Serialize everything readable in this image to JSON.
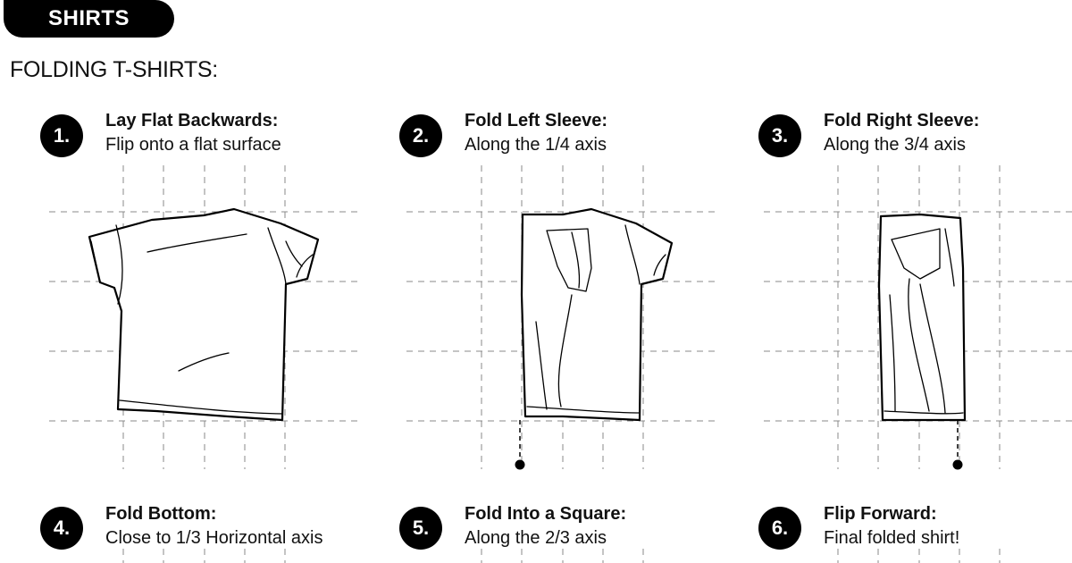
{
  "section": {
    "label": "SHIRTS"
  },
  "page": {
    "title": "FOLDING T-SHIRTS:"
  },
  "steps": [
    {
      "number": "1.",
      "title": "Lay Flat Backwards:",
      "desc": "Flip onto a flat surface"
    },
    {
      "number": "2.",
      "title": "Fold Left Sleeve:",
      "desc": "Along the 1/4 axis"
    },
    {
      "number": "3.",
      "title": "Fold Right Sleeve:",
      "desc": "Along the 3/4 axis"
    },
    {
      "number": "4.",
      "title": "Fold Bottom:",
      "desc": "Close to 1/3 Horizontal axis"
    },
    {
      "number": "5.",
      "title": "Fold Into a Square:",
      "desc": "Along the 2/3 axis"
    },
    {
      "number": "6.",
      "title": "Flip Forward:",
      "desc": "Final folded shirt!"
    }
  ]
}
